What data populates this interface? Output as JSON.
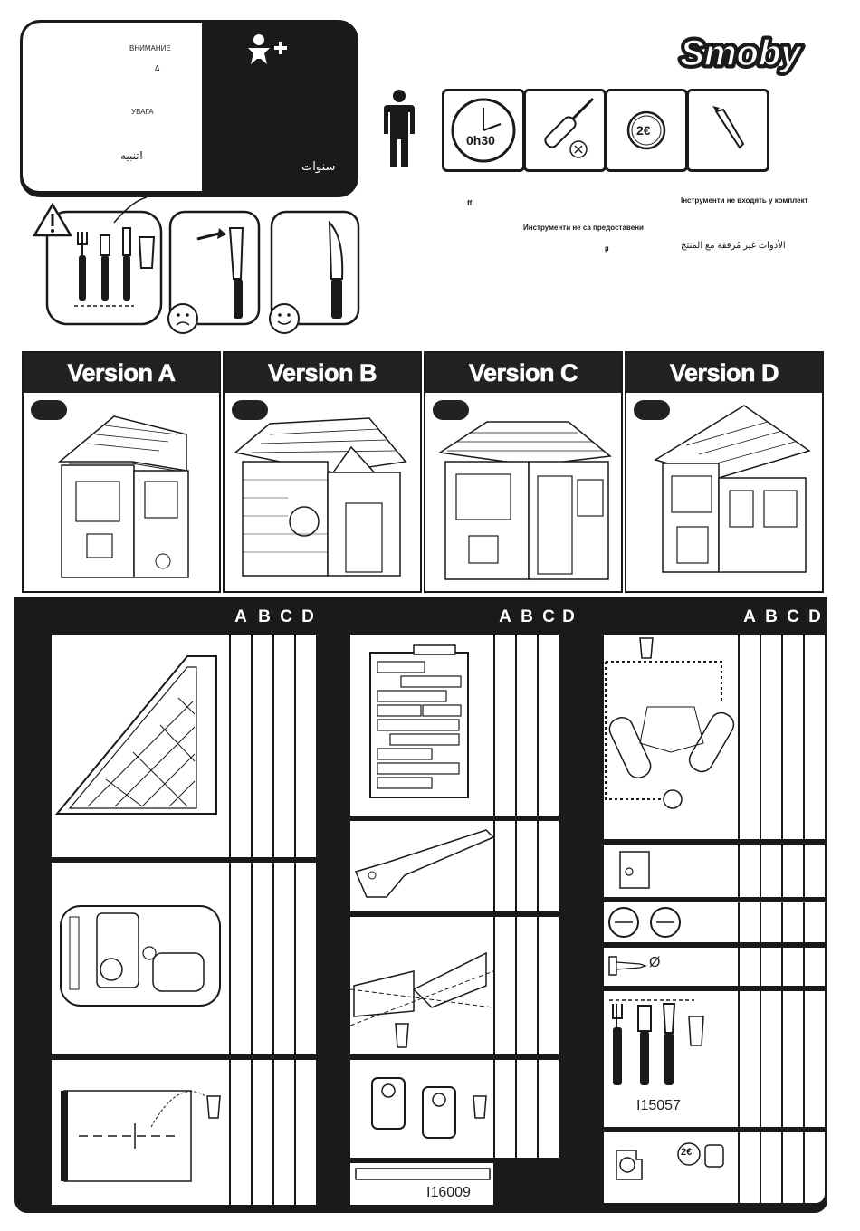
{
  "brand": "Smoby",
  "warning": {
    "bg_label": "ВНИМАНИЕ",
    "delta": "Δ",
    "uk_label": "УВАГА",
    "ar_label": "تنبيه!",
    "ar_years": "سنوات"
  },
  "tools": {
    "time_label": "0h30",
    "coin_label": "2€",
    "note_ff": "ff",
    "note_uk": "Інструменти не входять у комплект",
    "note_bg": "Инструменти не са предоставени",
    "note_mu": "µ",
    "note_ar": "الأدوات غير مُرفقة مع المنتج"
  },
  "versions": [
    {
      "label": "Version A"
    },
    {
      "label": "Version B"
    },
    {
      "label": "Version C"
    },
    {
      "label": "Version D"
    }
  ],
  "columns": [
    "A",
    "B",
    "C",
    "D"
  ],
  "parts": {
    "ref_1": "I16009",
    "ref_2": "I15057",
    "diameter": "Ø"
  },
  "colors": {
    "ink": "#1a1a1a",
    "paper": "#ffffff"
  }
}
